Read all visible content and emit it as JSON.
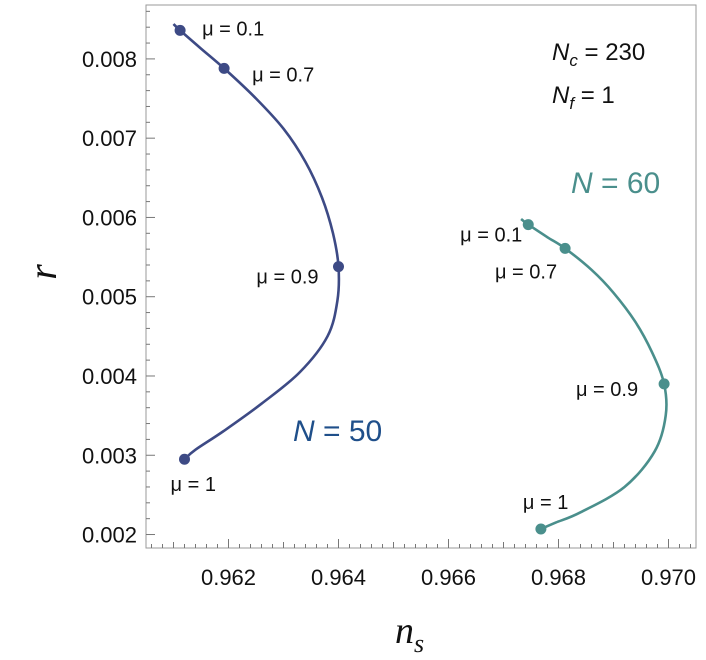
{
  "chart_data": {
    "type": "line",
    "xlabel": "n_s",
    "ylabel": "r",
    "xlim": [
      0.9605,
      0.9705
    ],
    "ylim": [
      0.00183,
      0.00868
    ],
    "x_ticks": [
      0.962,
      0.964,
      0.966,
      0.968,
      0.97
    ],
    "x_tick_labels": [
      "0.962",
      "0.964",
      "0.966",
      "0.968",
      "0.970"
    ],
    "y_ticks": [
      0.002,
      0.003,
      0.004,
      0.005,
      0.006,
      0.007,
      0.008
    ],
    "y_tick_labels": [
      "0.002",
      "0.003",
      "0.004",
      "0.005",
      "0.006",
      "0.007",
      "0.008"
    ],
    "grid": false,
    "annotations": {
      "nc_symbol": "N",
      "nc_sub": "c",
      "nc_value": " = 230",
      "nf_symbol": "N",
      "nf_sub": "f",
      "nf_value": " = 1"
    },
    "series": [
      {
        "name": "N = 50",
        "label_symbol": "N",
        "label_value": " = 50",
        "color": "#3d4a85",
        "label_color": "#1f4f8a",
        "curve": [
          [
            0.961,
            0.00844
          ],
          [
            0.96112,
            0.00836
          ],
          [
            0.9615,
            0.00813
          ],
          [
            0.96192,
            0.00788
          ],
          [
            0.9625,
            0.0075
          ],
          [
            0.963,
            0.00712
          ],
          [
            0.9634,
            0.0067
          ],
          [
            0.9637,
            0.00625
          ],
          [
            0.9639,
            0.0058
          ],
          [
            0.964,
            0.00538
          ],
          [
            0.96398,
            0.00495
          ],
          [
            0.9638,
            0.0045
          ],
          [
            0.9633,
            0.00405
          ],
          [
            0.9626,
            0.00365
          ],
          [
            0.9619,
            0.0033
          ],
          [
            0.9614,
            0.00307
          ],
          [
            0.9612,
            0.00295
          ]
        ],
        "points": [
          {
            "label": "μ = 0.1",
            "x": 0.96112,
            "y": 0.00836
          },
          {
            "label": "μ = 0.7",
            "x": 0.96192,
            "y": 0.00788
          },
          {
            "label": "μ = 0.9",
            "x": 0.964,
            "y": 0.00538
          },
          {
            "label": "μ = 1",
            "x": 0.9612,
            "y": 0.00295
          }
        ]
      },
      {
        "name": "N = 60",
        "label_symbol": "N",
        "label_value": " = 60",
        "color": "#4a8f8c",
        "label_color": "#4a8f8c",
        "curve": [
          [
            0.96732,
            0.00598
          ],
          [
            0.96745,
            0.00591
          ],
          [
            0.9678,
            0.00575
          ],
          [
            0.96812,
            0.00561
          ],
          [
            0.9686,
            0.00534
          ],
          [
            0.969,
            0.00505
          ],
          [
            0.9694,
            0.00468
          ],
          [
            0.9697,
            0.0043
          ],
          [
            0.96992,
            0.0039
          ],
          [
            0.96995,
            0.0035
          ],
          [
            0.96975,
            0.00305
          ],
          [
            0.9692,
            0.0026
          ],
          [
            0.9684,
            0.00228
          ],
          [
            0.96795,
            0.00215
          ],
          [
            0.96768,
            0.00207
          ]
        ],
        "points": [
          {
            "label": "μ = 0.1",
            "x": 0.96745,
            "y": 0.00591
          },
          {
            "label": "μ = 0.7",
            "x": 0.96812,
            "y": 0.00561
          },
          {
            "label": "μ = 0.9",
            "x": 0.96992,
            "y": 0.0039
          },
          {
            "label": "μ = 1",
            "x": 0.96768,
            "y": 0.00207
          }
        ]
      }
    ]
  }
}
